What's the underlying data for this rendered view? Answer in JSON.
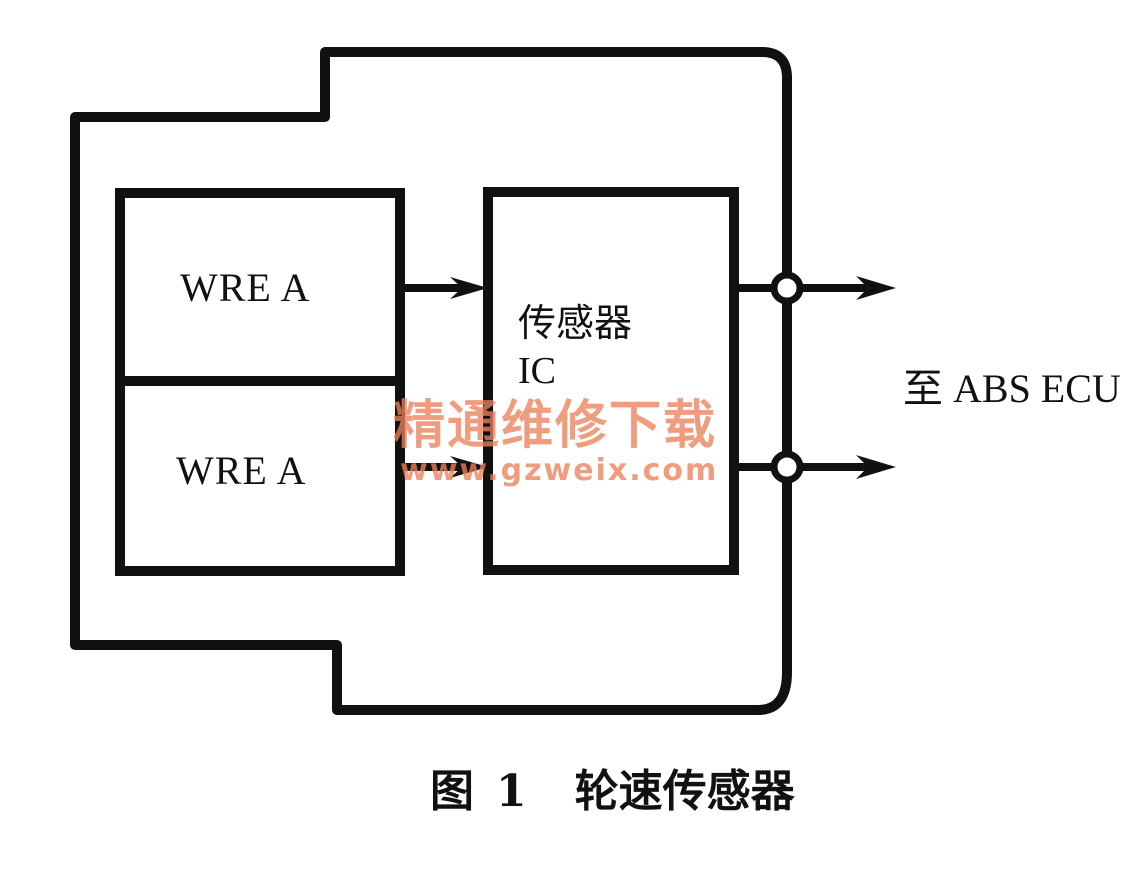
{
  "diagram": {
    "blocks": {
      "wre_top": "WRE A",
      "wre_bottom": "WRE A",
      "sensor_ic_line1": "传感器",
      "sensor_ic_line2": "IC"
    },
    "output_label": "至 ABS ECU",
    "caption": {
      "prefix": "图",
      "number": "1",
      "title": "轮速传感器"
    },
    "watermark": {
      "text": "精通维修下载",
      "url": "www.gzweix.com"
    },
    "colors": {
      "line": "#111111",
      "watermark": "#eb825a"
    }
  }
}
